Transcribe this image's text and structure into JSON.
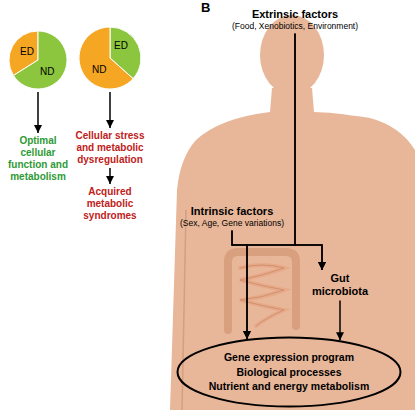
{
  "diagram": {
    "nodes": [
      {
        "text": [
          "ED",
          "ND"
        ]
      },
      {
        "text": [
          "ED",
          "ND"
        ]
      },
      {
        "text": [
          "Optimal cellular function and metabolism"
        ]
      },
      {
        "text": [
          "Cellular stress and metabolic dysregulation"
        ]
      },
      {
        "text": [
          "Acquired metabolic syndromes"
        ]
      },
      {
        "text": [
          "Extrinsic factors",
          "(Food, Xenobiotics, Environment)"
        ]
      },
      {
        "text": [
          "Intrinsic factors",
          "(Sex, Age, Gene variations)"
        ]
      },
      {
        "text": [
          "Gut microbiota"
        ]
      },
      {
        "text": [
          "Gene expression program",
          "Biological processes",
          "Nutrient and energy metabolism"
        ]
      }
    ],
    "edges": [
      {
        "from": 0,
        "to": 2,
        "arrow": "to"
      },
      {
        "from": 1,
        "to": 3,
        "arrow": "to"
      },
      {
        "from": 3,
        "to": 4,
        "arrow": "to"
      },
      {
        "from": 5,
        "to": 8,
        "arrow": "to"
      },
      {
        "from": 5,
        "to": 7,
        "arrow": "to"
      },
      {
        "from": 6,
        "to": 8,
        "arrow": "to"
      },
      {
        "from": 6,
        "to": 7,
        "arrow": "to"
      },
      {
        "from": 7,
        "to": 8,
        "arrow": "to"
      }
    ],
    "labels": [
      "B"
    ]
  }
}
